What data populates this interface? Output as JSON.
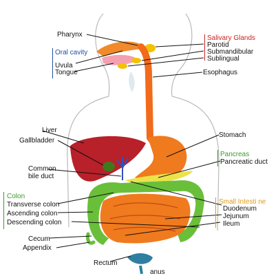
{
  "labels": {
    "pharynx": "Pharynx",
    "oral_cavity": "Oral cavity",
    "uvula": "Uvula",
    "tongue": "Tongue",
    "salivary_glands": "Salivary Glands",
    "parotid": "Parotid",
    "submandibular": "Submandibular",
    "sublingual": "Sublingual",
    "esophagus": "Esophagus",
    "liver": "Liver",
    "gallbladder": "Gallbladder",
    "common_bile_duct_1": "Common",
    "common_bile_duct_2": "bile duct",
    "stomach": "Stomach",
    "pancreas": "Pancreas",
    "pancreatic_duct": "Pancreatic duct",
    "colon": "Colon",
    "transverse_colon": "Transverse colon",
    "ascending_colon": "Ascending colon",
    "descending_colon": "Descending colon",
    "small_intestine": "Small Intesti ne",
    "duodenum": "Duodenum",
    "jejunum": "Jejunum",
    "ileum": "Ileum",
    "cecum": "Cecum",
    "appendix": "Appendix",
    "rectum": "Rectum",
    "anus": "anus"
  },
  "colors": {
    "salivary": "#cc2020",
    "oral": "#1f4fa3",
    "pancreas": "#3a9a2a",
    "colon": "#3a9a2a",
    "small_intestine": "#e09a10",
    "esophagus": "#f26a1b",
    "stomach": "#f07a1e",
    "liver": "#b8202a",
    "intestine": "#f07a1e",
    "large_intestine": "#6abf3a",
    "rectum": "#2f7fa0"
  }
}
